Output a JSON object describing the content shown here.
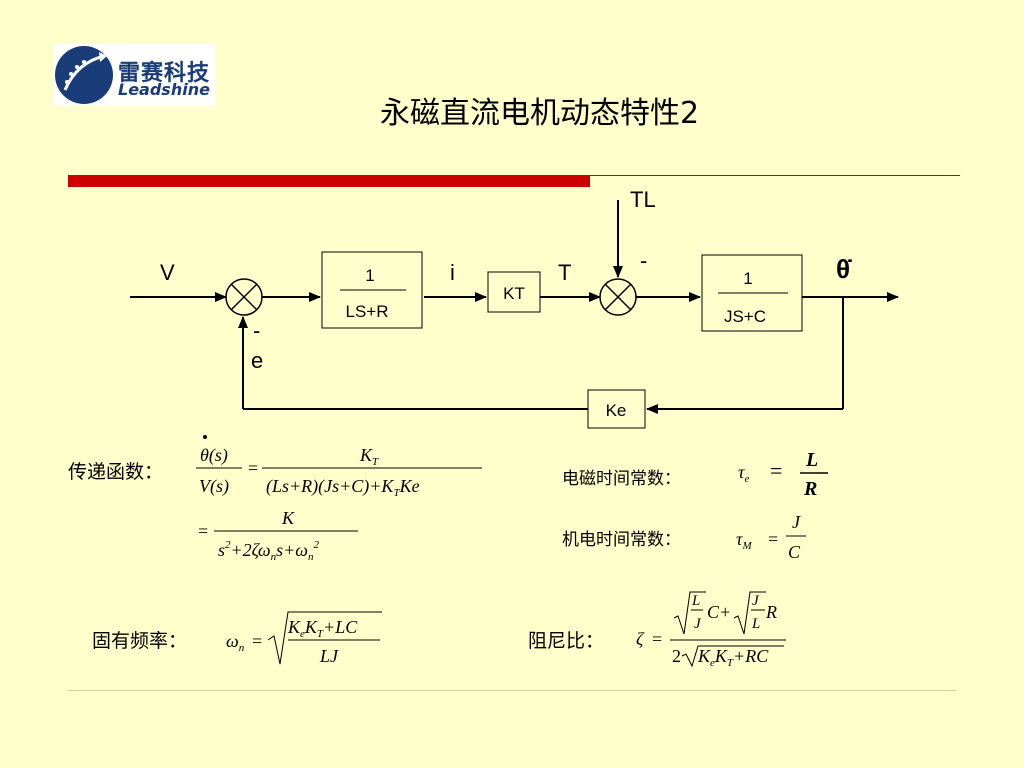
{
  "logo": {
    "cn": "雷赛科技",
    "en": "Leadshine",
    "icon": "leadshine-logo-icon"
  },
  "title": "永磁直流电机动态特性2",
  "diagram": {
    "input": "V",
    "current": "i",
    "torque": "T",
    "load_torque": "TL",
    "load_minus": "-",
    "feedback_minus": "-",
    "feedback_signal": "e",
    "output": "θ̇",
    "block1": {
      "num": "1",
      "den": "LS+R"
    },
    "block_kt": "KT",
    "block2": {
      "num": "1",
      "den": "JS+C"
    },
    "block_ke": "Ke"
  },
  "formulas": {
    "transfer_label": "传递函数：",
    "electric_label": "电磁时间常数：",
    "mech_label": "机电时间常数：",
    "freq_label": "固有频率：",
    "damping_label": "阻尼比："
  }
}
